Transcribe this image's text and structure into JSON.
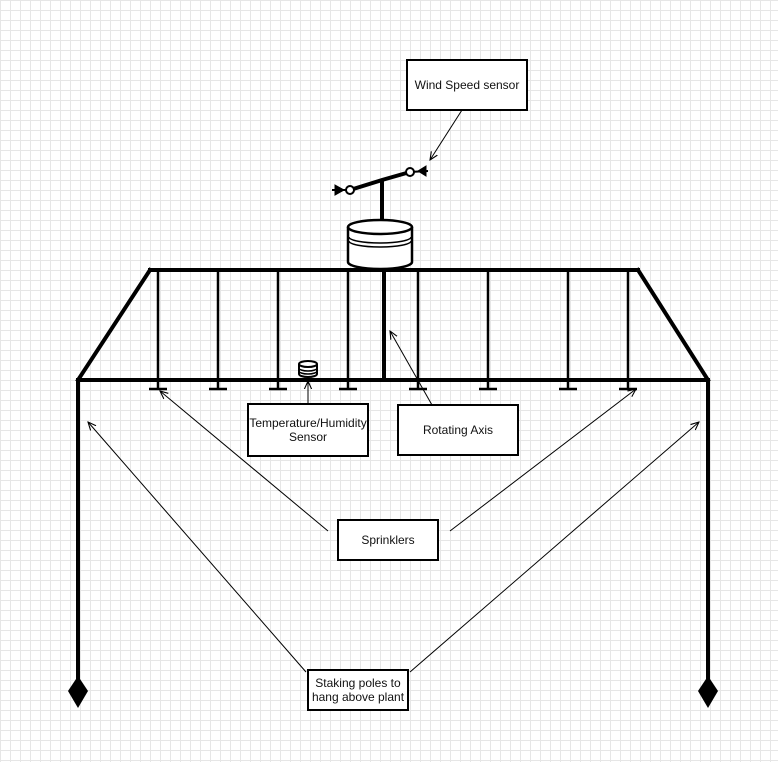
{
  "labels": {
    "wind_speed_sensor": "Wind Speed sensor",
    "temperature_humidity_sensor": "Temperature/Humidity\nSensor",
    "rotating_axis": "Rotating Axis",
    "sprinklers": "Sprinklers",
    "staking_poles": "Staking poles to\nhang above plant"
  },
  "colors": {
    "line": "#000000",
    "grid": "#e6e6e6",
    "background": "#ffffff"
  }
}
